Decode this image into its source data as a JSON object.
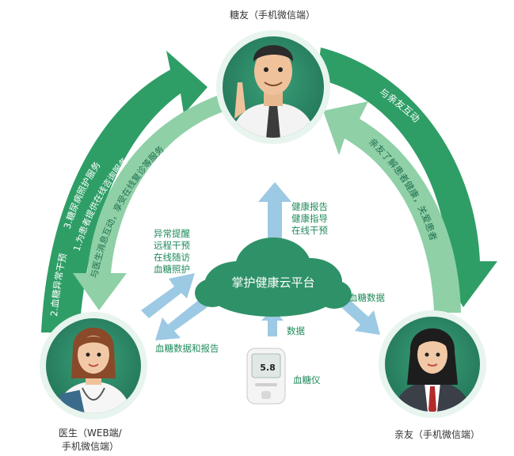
{
  "colors": {
    "arrow_dark": "#2e9e66",
    "arrow_light": "#8fd0a7",
    "circle_fill": "#2f8a66",
    "circle_ring": "#e8f4ee",
    "blue_arrow": "#9cc9e3",
    "cloud": "#2f9167",
    "text_green": "#1f6f4f"
  },
  "nodes": {
    "sugar_friend": "糖友（手机微信端）",
    "doctor_line1": "医生（WEB端/",
    "doctor_line2": "手机微信端）",
    "relative": "亲友（手机微信端）",
    "cloud": "掌护健康云平台",
    "device": "血糖仪",
    "device_reading": "5.8"
  },
  "arcs": {
    "left_outer_1": "2.血糖异常干预",
    "left_outer_2": "3.糖尿病照护服务",
    "left_outer_3": "1.为患者提供在线咨询服务",
    "left_inner": "与医生消息互动，享受在线复诊等服务",
    "right_outer": "与亲友互动",
    "right_inner": "亲友了解患者健康，关爱患者"
  },
  "flows": {
    "to_sugar_friend": "健康报告\n健康指导\n在线干预",
    "to_cloud_from_doctor": "异常提醒\n远程干预\n在线随访\n血糖照护",
    "to_doctor": "血糖数据和报告",
    "to_relative": "血糖数据",
    "from_device": "数据"
  }
}
